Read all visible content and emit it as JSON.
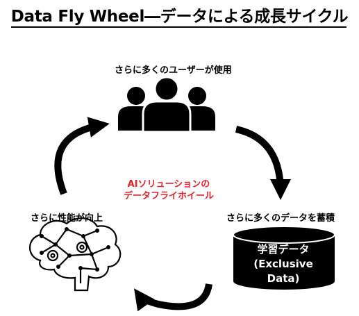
{
  "title": "Data Fly Wheel―データによる成長サイクル",
  "nodes": {
    "users": "さらに多くのユーザーが使用",
    "data": "さらに多くのデータを蓄積",
    "performance": "さらに性能が向上"
  },
  "center": {
    "line1": "AIソリューションの",
    "line2": "データフライホイール"
  },
  "database": {
    "line1": "学習データ",
    "line2": "(Exclusive",
    "line3": "Data)"
  },
  "colors": {
    "accent": "#e8222a",
    "ink": "#000000"
  }
}
